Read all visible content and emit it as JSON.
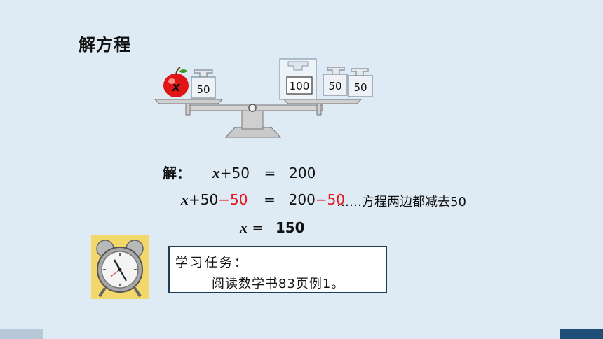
{
  "title": "解方程",
  "scale": {
    "left_weight": "50",
    "left_fruit_label": "x",
    "right_weights": [
      "100",
      "50",
      "50"
    ]
  },
  "solution": {
    "prefix": "解：",
    "line1": {
      "var": "x",
      "lhs_rest": "+50",
      "eq": "=",
      "rhs": "200"
    },
    "line2": {
      "var": "x",
      "lhs_plain": "+50",
      "lhs_red": "−50",
      "eq": "=",
      "rhs_plain": "200",
      "rhs_red": "−50",
      "note": "……方程两边都减去50"
    },
    "line3": {
      "var": "x",
      "eq": "=",
      "rhs": "150"
    }
  },
  "task": {
    "heading": "学习任务：",
    "body": "阅读数学书83页例1。"
  },
  "colors": {
    "background": "#deeaf4",
    "highlight": "#e8141a",
    "box_border": "#1f3b5a"
  }
}
